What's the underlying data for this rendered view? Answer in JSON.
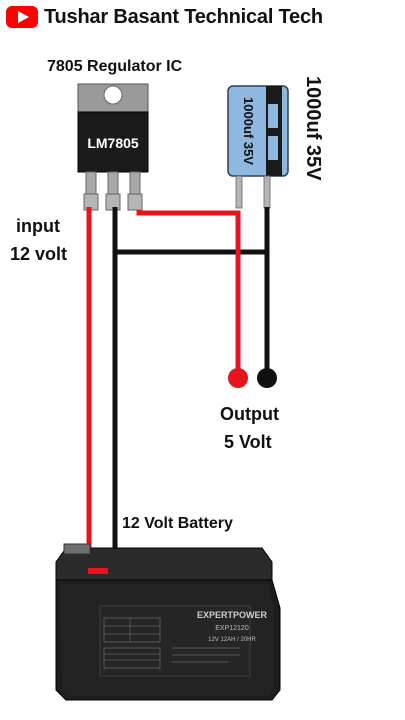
{
  "header": {
    "title": "Tushar Basant Technical Tech",
    "logo_icon": "youtube-play-icon",
    "logo_color": "#ff0000"
  },
  "regulator": {
    "label": "7805 Regulator IC",
    "chip_text": "LM7805"
  },
  "capacitor": {
    "label": "1000uf 35V",
    "body_text": "1000uf 35V",
    "body_color": "#8fb8e0"
  },
  "input": {
    "line1": "input",
    "line2": "12 volt"
  },
  "output": {
    "line1": "Output",
    "line2": "5 Volt"
  },
  "battery": {
    "label": "12 Volt Battery",
    "brand_text": "EXPERTPOWER",
    "model_text": "EXP12120",
    "spec_text": "12V 12AH / 20HR"
  },
  "colors": {
    "positive_wire": "#e8141c",
    "negative_wire": "#111111",
    "terminal_positive": "#e8141c",
    "terminal_negative": "#111111"
  }
}
